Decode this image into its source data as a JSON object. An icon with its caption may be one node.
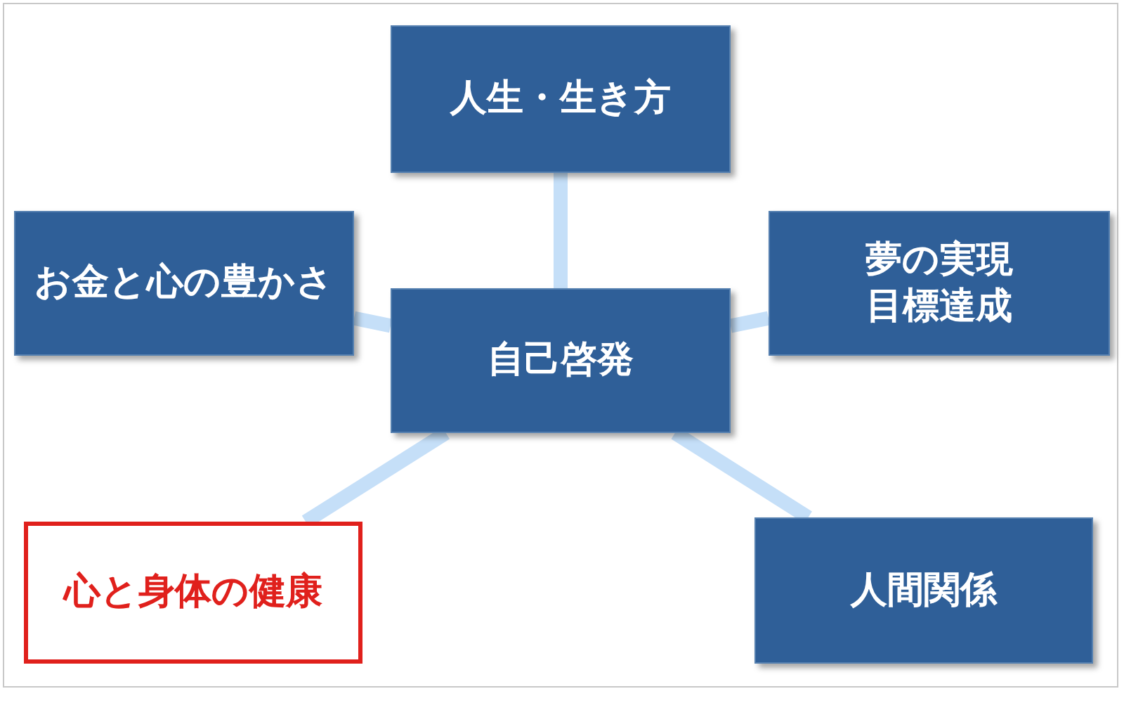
{
  "diagram": {
    "nodes": [
      {
        "text": [
          "自己啓発"
        ]
      },
      {
        "text": [
          "人生・生き方"
        ]
      },
      {
        "text": [
          "お金と心の豊かさ"
        ]
      },
      {
        "text": [
          "夢の実現",
          "目標達成"
        ]
      },
      {
        "text": [
          "心と身体の健康"
        ]
      },
      {
        "text": [
          "人間関係"
        ]
      }
    ],
    "edges": [
      {
        "from": 0,
        "to": 1,
        "arrow": "none"
      },
      {
        "from": 0,
        "to": 2,
        "arrow": "none"
      },
      {
        "from": 0,
        "to": 3,
        "arrow": "none"
      },
      {
        "from": 0,
        "to": 4,
        "arrow": "none"
      },
      {
        "from": 0,
        "to": 5,
        "arrow": "none"
      }
    ]
  }
}
